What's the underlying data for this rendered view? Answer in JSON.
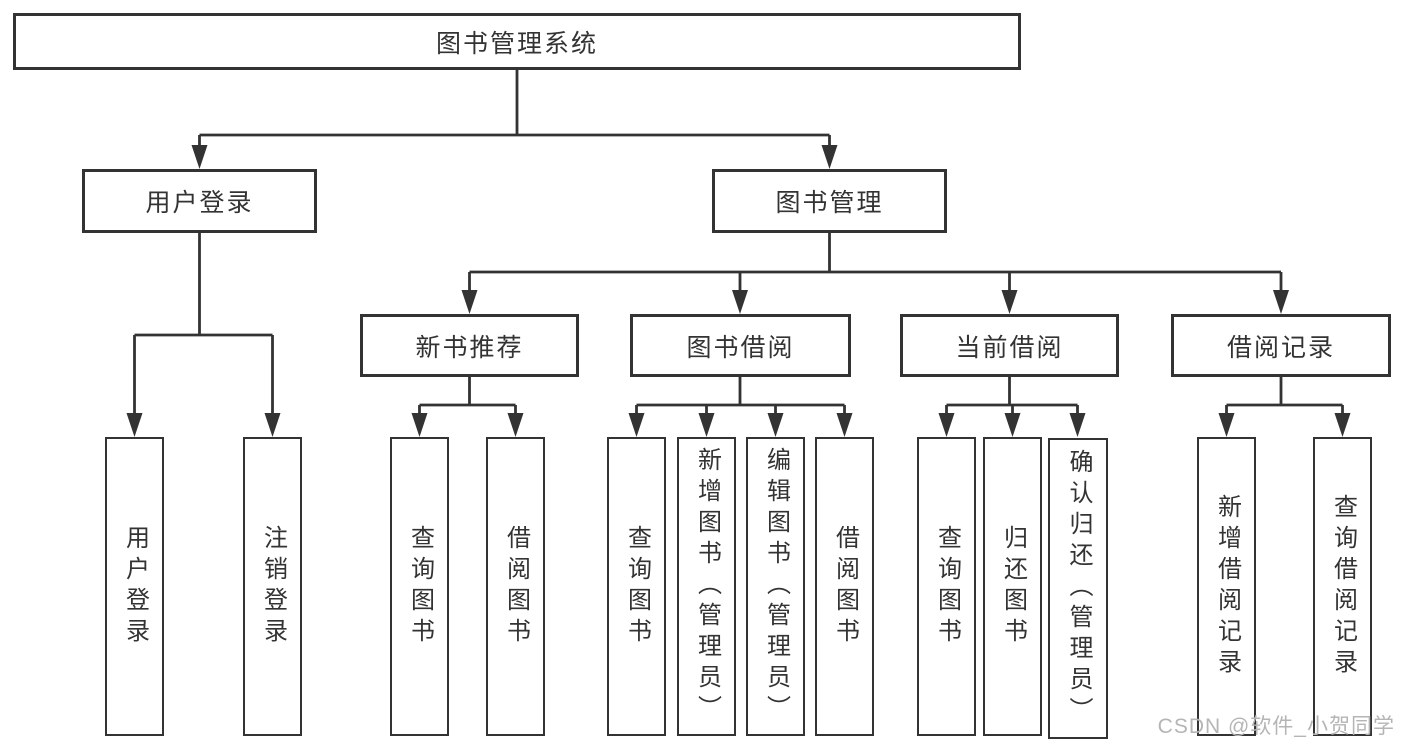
{
  "style": {
    "line_color": "#333333",
    "text_color": "#333333",
    "watermark_color": "#b5b5b5",
    "background": "#ffffff"
  },
  "tree": {
    "root": {
      "label": "图书管理系统"
    },
    "branches": [
      {
        "label": "用户登录",
        "children": [
          {
            "label": "用户登录"
          },
          {
            "label": "注销登录"
          }
        ]
      },
      {
        "label": "图书管理",
        "children": [
          {
            "label": "新书推荐",
            "children": [
              {
                "label": "查询图书"
              },
              {
                "label": "借阅图书"
              }
            ]
          },
          {
            "label": "图书借阅",
            "children": [
              {
                "label": "查询图书"
              },
              {
                "label": "新增图书（管理员）"
              },
              {
                "label": "编辑图书（管理员）"
              },
              {
                "label": "借阅图书"
              }
            ]
          },
          {
            "label": "当前借阅",
            "children": [
              {
                "label": "查询图书"
              },
              {
                "label": "归还图书"
              },
              {
                "label": "确认归还（管理员）"
              }
            ]
          },
          {
            "label": "借阅记录",
            "children": [
              {
                "label": "新增借阅记录"
              },
              {
                "label": "查询借阅记录"
              }
            ]
          }
        ]
      }
    ]
  },
  "watermark": {
    "text": "CSDN @软件_小贺同学"
  }
}
